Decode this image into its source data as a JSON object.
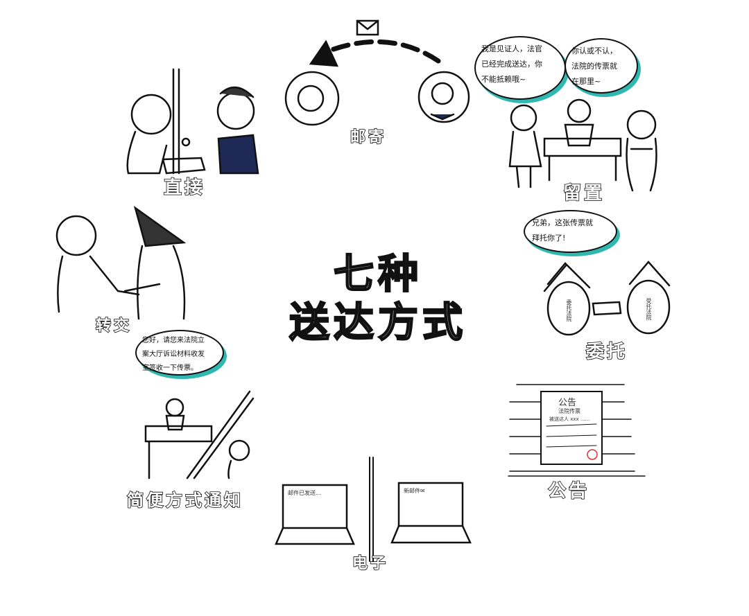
{
  "title": {
    "line1": "七种",
    "line2": "送达方式"
  },
  "methods": {
    "direct": "直接",
    "mail": "邮寄",
    "leave": "留置",
    "transfer": "转交",
    "entrust": "委托",
    "simple": "简便方式通知",
    "announcement": "公告",
    "electronic": "电子"
  },
  "bubbles": {
    "witness": [
      "我是见证人，法官",
      "已经完成送达，你",
      "不能抵赖哦~"
    ],
    "summons": [
      "你认或不认，",
      "法院的传票就",
      "在那里~"
    ],
    "entrust": [
      "兄弟，这张传票就",
      "拜托你了!"
    ],
    "simple": [
      "您好，请您来法院立",
      "案大厅诉讼材料收发",
      "室签收一下传票。"
    ]
  },
  "entrust_figures": {
    "left": "委托法院",
    "right": "受托法院"
  },
  "notice": {
    "heading": "公告",
    "subheading": "法院传票",
    "recipient": "被送达人 xxx ......"
  },
  "laptops": {
    "left_screen": "邮件已发送...",
    "right_screen": "新邮件✉"
  },
  "icons": [
    "envelope-icon",
    "dashed-arrow-icon"
  ],
  "colors": {
    "ink": "#111111",
    "bubble_accent": "#2fb7b0",
    "stamp": "#e03030"
  }
}
